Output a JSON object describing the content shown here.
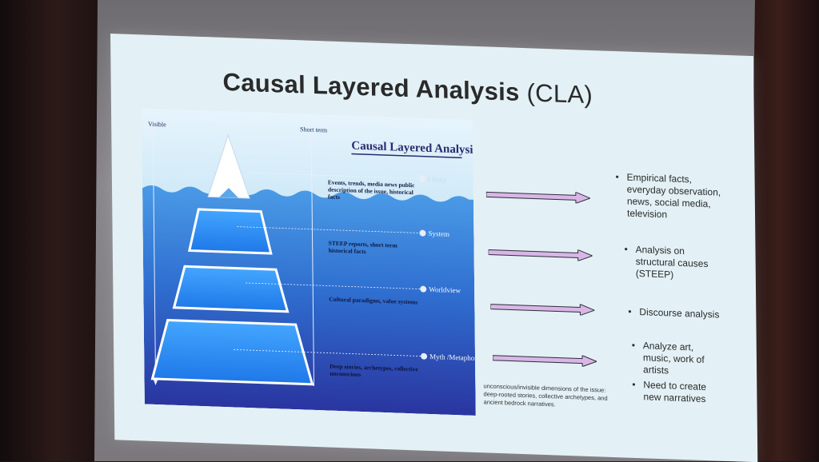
{
  "slide": {
    "title": "Causal Layered Analysis",
    "title_abbr": "(CLA)"
  },
  "figure": {
    "heading": "Causal Layered Analysis",
    "axis_left_top": "Visible",
    "axis_right_top": "Short term",
    "levels": [
      {
        "name": "Litany",
        "description": "Events, trends, media news public description of the issue, historical facts"
      },
      {
        "name": "System",
        "description": "STEEP reports, short term historical facts"
      },
      {
        "name": "Worldview",
        "description": "Cultural paradigms, value systems"
      },
      {
        "name": "Myth /Metaphor",
        "description": "Deep stories, archetypes, collective unconscious"
      }
    ]
  },
  "bullets": [
    {
      "items": [
        "Empirical facts, everyday observation, news, social media, television"
      ]
    },
    {
      "items": [
        "Analysis on structural causes (STEEP)"
      ]
    },
    {
      "items": [
        "Discourse analysis"
      ]
    },
    {
      "items": [
        "Analyze art, music, work of artists",
        "Need to create new narratives"
      ]
    }
  ],
  "footnote": "unconscious/invisible dimensions of the issue: deep-rooted stories, collective archetypes, and ancient bedrock narratives.",
  "colors": {
    "arrow_fill": "#d9b6e6",
    "arrow_stroke": "#2c2c3a",
    "water_top": "#3f8fe0",
    "water_bottom": "#2a3aa8",
    "sky": "#dff1fb"
  }
}
